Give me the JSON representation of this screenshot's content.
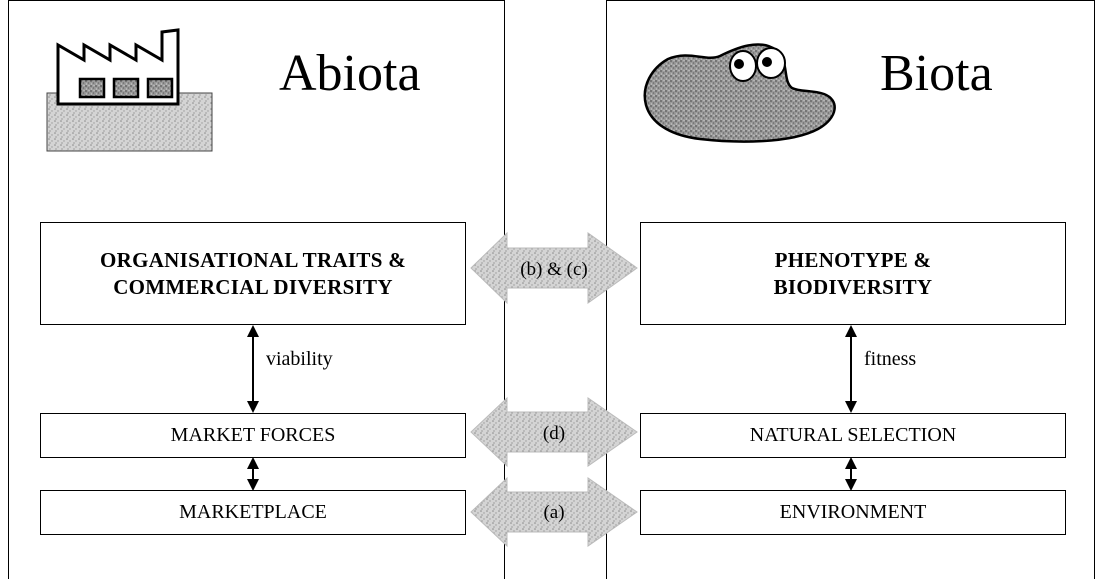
{
  "left": {
    "title": "Abiota",
    "top_box": "ORGANISATIONAL  TRAITS &\nCOMMERCIAL  DIVERSITY",
    "link_label": "viability",
    "middle_box": "MARKET FORCES",
    "bottom_box": "MARKETPLACE"
  },
  "right": {
    "title": "Biota",
    "top_box": "PHENOTYPE &\nBIODIVERSITY",
    "link_label": "fitness",
    "middle_box": "NATURAL SELECTION",
    "bottom_box": "ENVIRONMENT"
  },
  "arrows": {
    "top": "(b) & (c)",
    "middle": "(d)",
    "bottom": "(a)"
  },
  "icons": {
    "left": "factory-icon",
    "right": "blob-creature-icon"
  }
}
